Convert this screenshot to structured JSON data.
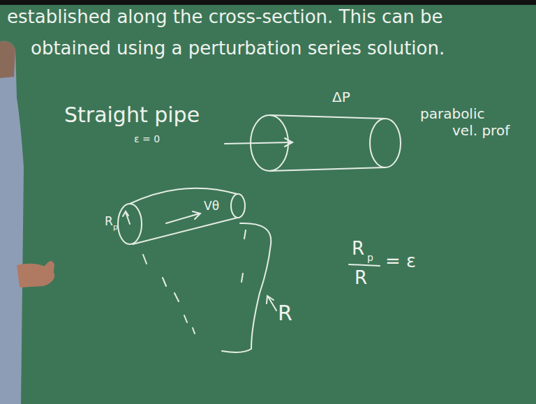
{
  "diagram": {
    "labels": [
      "established along the cross-section. This can be",
      "obtained using a perturbation series solution.",
      "ΔP",
      "Straight pipe",
      "ε = 0",
      "parabolic",
      "vel. prof",
      "R",
      "p",
      "Vθ",
      "R",
      "p",
      "R",
      "= ε",
      "R"
    ]
  }
}
